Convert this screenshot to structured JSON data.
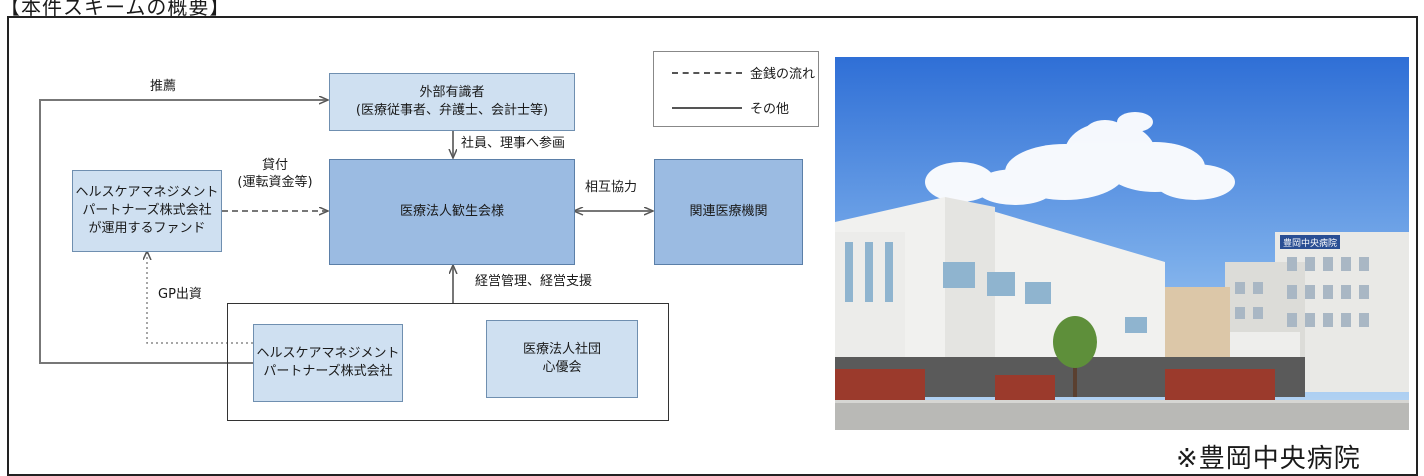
{
  "header": {
    "title": "【本件スキームの概要】"
  },
  "diagram": {
    "nodes": {
      "expert": "外部有識者\n(医療従事者、弁護士、会計士等)",
      "fund": "ヘルスケアマネジメント\nパートナーズ株式会社\nが運用するファンド",
      "kanseikai": "医療法人歓生会様",
      "related": "関連医療機関",
      "hmp": "ヘルスケアマネジメント\nパートナーズ株式会社",
      "shinyukai": "医療法人社団\n心優会"
    },
    "edge_labels": {
      "recommend": "推薦",
      "loan": "貸付\n(運転資金等)",
      "participate": "社員、理事へ参画",
      "cooperation": "相互協力",
      "management": "経営管理、経営支援",
      "gp": "GP出資"
    },
    "legend": {
      "money_flow": "金銭の流れ",
      "other": "その他"
    }
  },
  "photo": {
    "caption": "※豊岡中央病院",
    "sign_text": "豊岡中央病院",
    "colors": {
      "sky_top": "#2f6fd6",
      "sky_bottom": "#bcd9f4",
      "building": "#f1f1ef",
      "brick": "#9b3a2c"
    }
  }
}
